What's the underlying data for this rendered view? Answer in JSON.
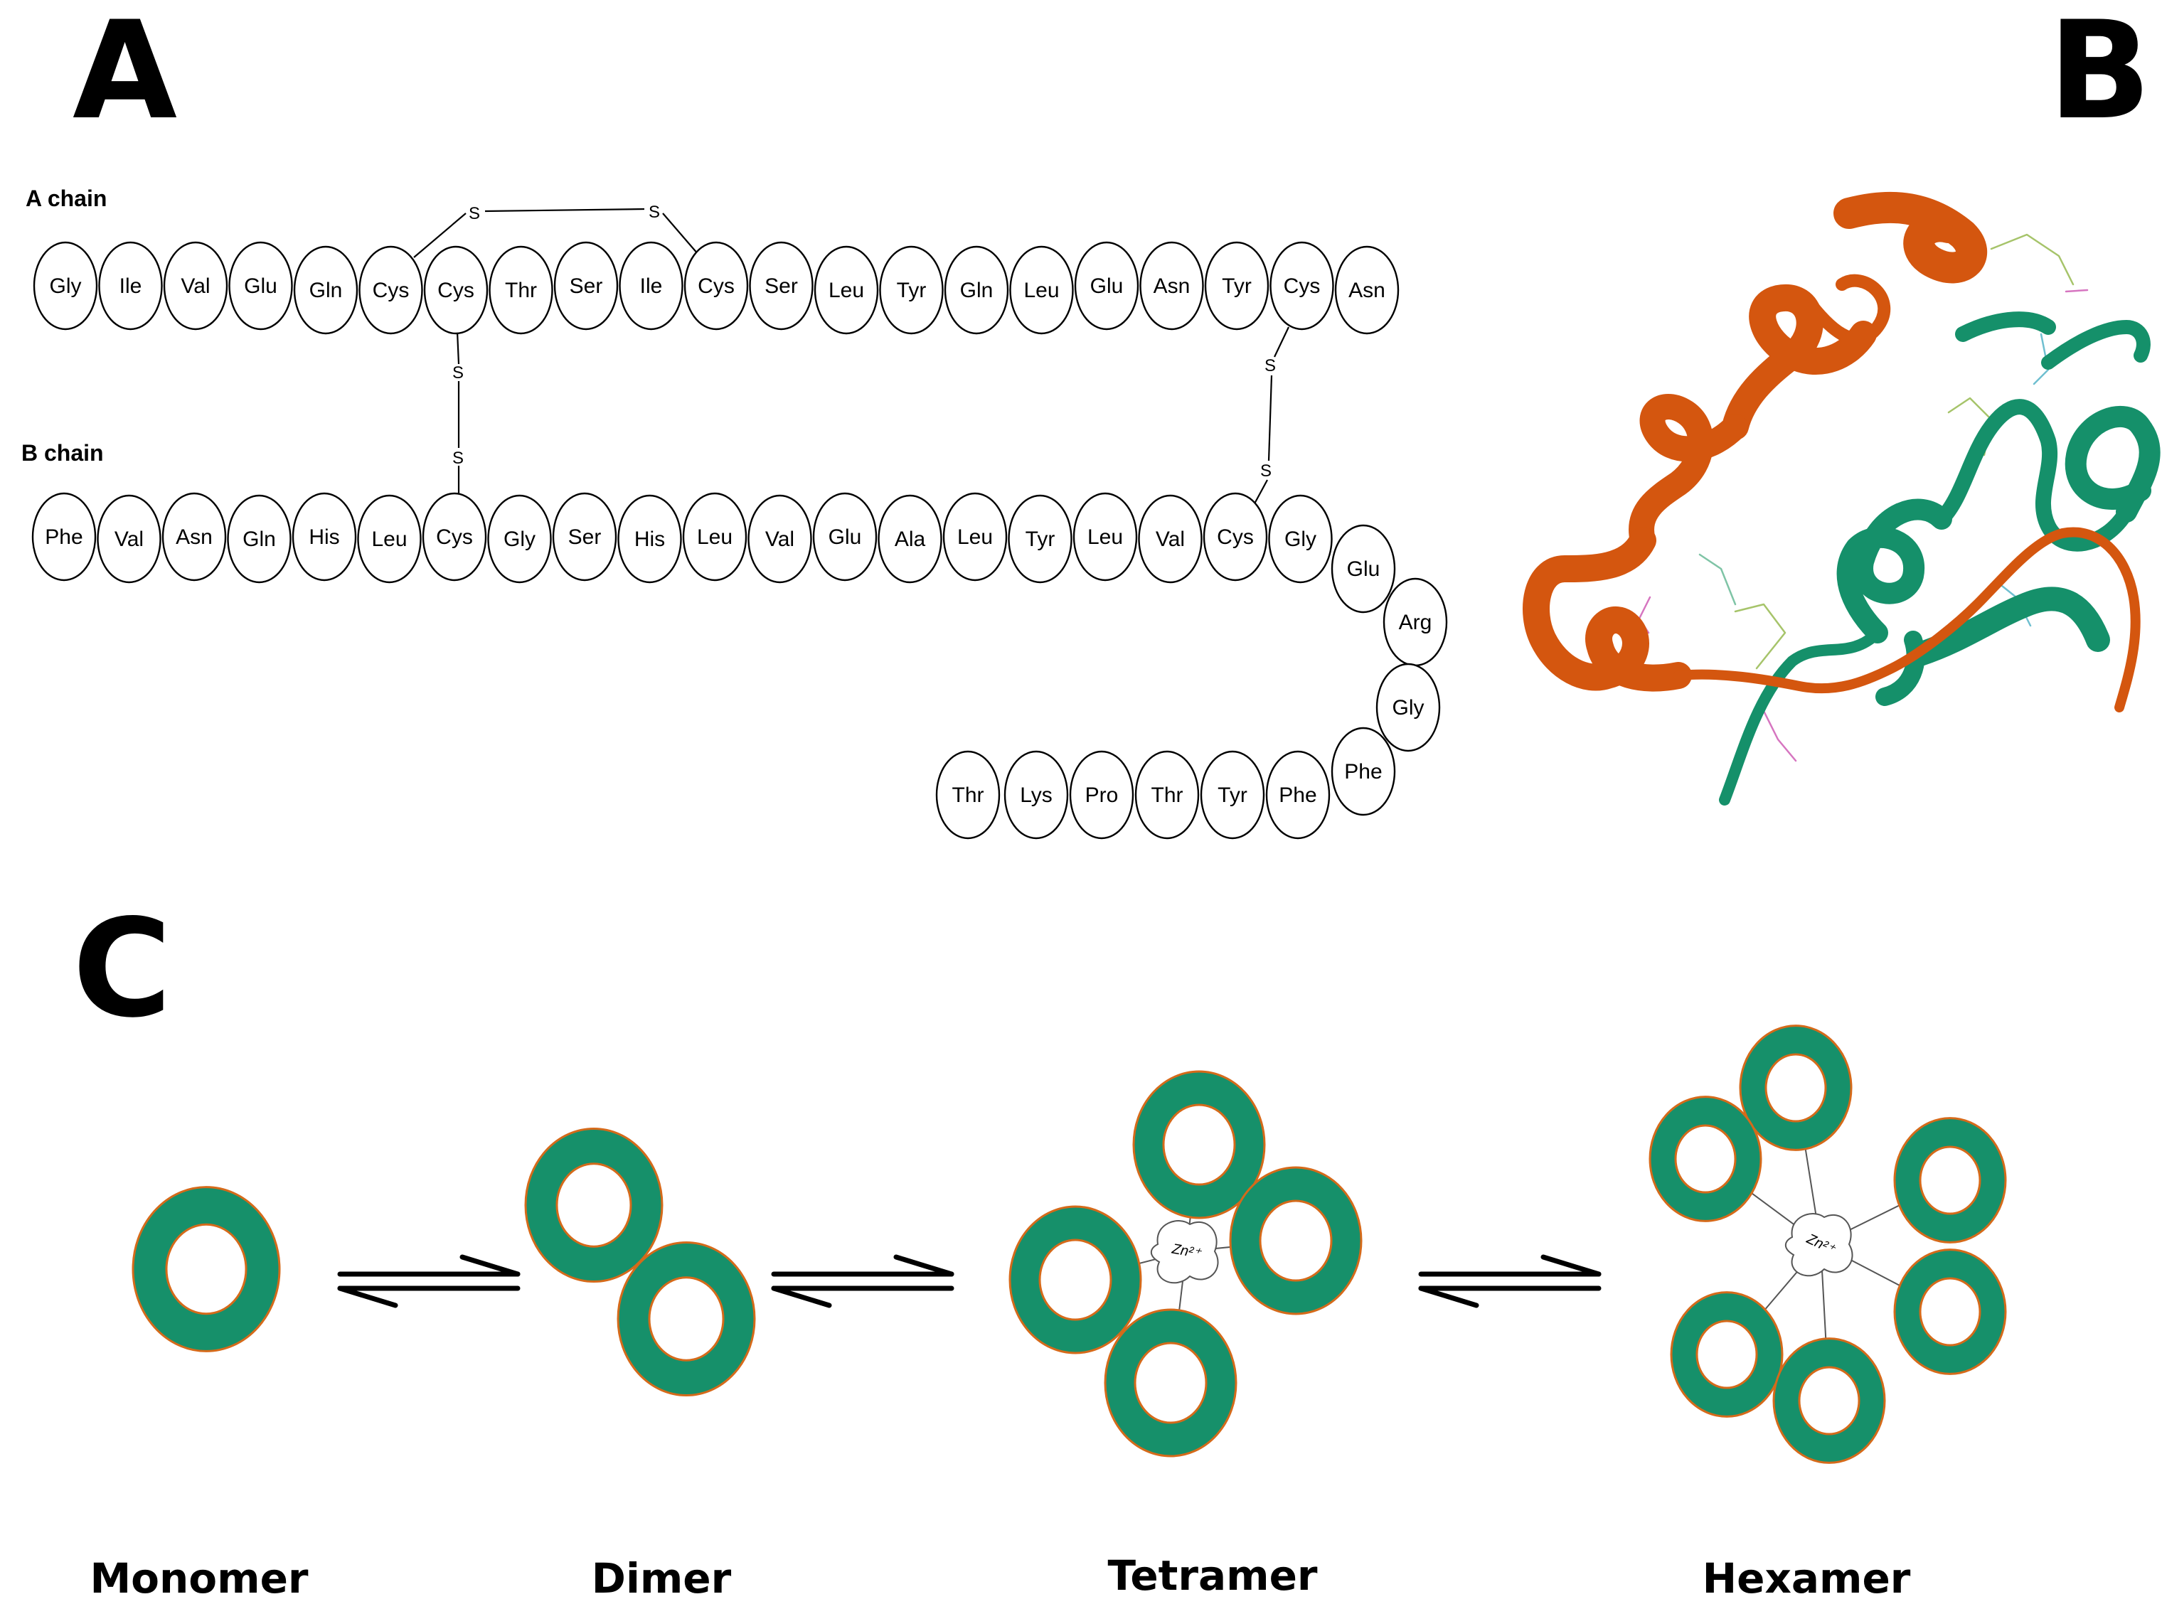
{
  "panels": {
    "a": "A",
    "b": "B",
    "c": "C"
  },
  "a_chain": {
    "label": "A chain",
    "residues": [
      "Gly",
      "Ile",
      "Val",
      "Glu",
      "Gln",
      "Cys",
      "Cys",
      "Thr",
      "Ser",
      "Ile",
      "Cys",
      "Ser",
      "Leu",
      "Tyr",
      "Gln",
      "Leu",
      "Glu",
      "Asn",
      "Tyr",
      "Cys",
      "Asn"
    ]
  },
  "b_chain": {
    "label": "B chain",
    "residues": [
      "Phe",
      "Val",
      "Asn",
      "Gln",
      "His",
      "Leu",
      "Cys",
      "Gly",
      "Ser",
      "His",
      "Leu",
      "Val",
      "Glu",
      "Ala",
      "Leu",
      "Tyr",
      "Leu",
      "Val",
      "Cys",
      "Gly",
      "Glu",
      "Arg",
      "Gly",
      "Phe",
      "Phe",
      "Tyr",
      "Thr",
      "Pro",
      "Lys",
      "Thr"
    ]
  },
  "disulfide_label": "S",
  "zinc_label": "Zn²⁺",
  "assembly": {
    "stages": [
      "Monomer",
      "Dimer",
      "Tetramer",
      "Hexamer"
    ]
  },
  "colors": {
    "chain_a_ribbon": "#d4560f",
    "chain_b_ribbon": "#15906a",
    "ring_fill": "#16906a",
    "ring_edge": "#d56a1a",
    "outline": "#000000"
  }
}
